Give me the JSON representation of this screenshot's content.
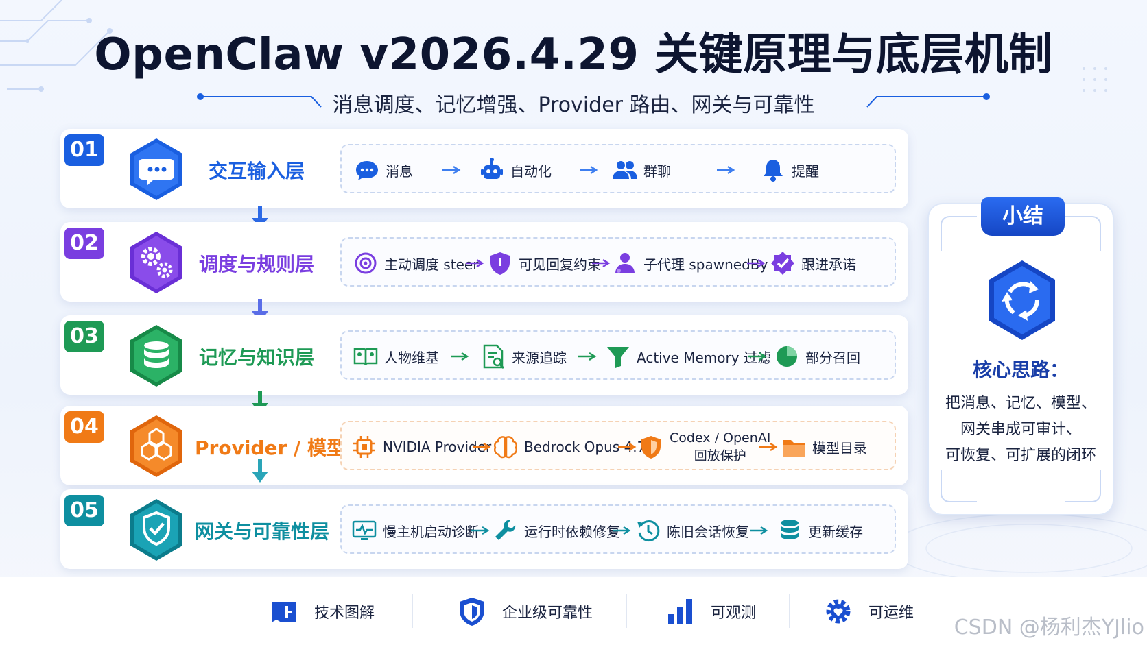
{
  "title": "OpenClaw v2026.4.29 关键原理与底层机制",
  "subtitle": "消息调度、记忆增强、Provider 路由、网关与可靠性",
  "colors": {
    "blue": "#1a5fe0",
    "purple": "#7a3ee0",
    "green": "#1e9a55",
    "orange": "#f07a16",
    "teal": "#0e8fa0"
  },
  "layers": [
    {
      "num": "01",
      "title": "交互输入层",
      "color": "#1a5fe0",
      "items": [
        {
          "label": "消息",
          "icon": "chat-bubble-icon"
        },
        {
          "label": "自动化",
          "icon": "robot-icon"
        },
        {
          "label": "群聊",
          "icon": "group-icon"
        },
        {
          "label": "提醒",
          "icon": "bell-icon"
        }
      ]
    },
    {
      "num": "02",
      "title": "调度与规则层",
      "color": "#7a3ee0",
      "items": [
        {
          "label": "主动调度 steer",
          "icon": "target-icon"
        },
        {
          "label": "可见回复约束",
          "icon": "shield-icon"
        },
        {
          "label": "子代理 spawnedBy",
          "icon": "agent-icon"
        },
        {
          "label": "跟进承诺",
          "icon": "badge-check-icon"
        }
      ]
    },
    {
      "num": "03",
      "title": "记忆与知识层",
      "color": "#1e9a55",
      "items": [
        {
          "label": "人物维基",
          "icon": "book-icon"
        },
        {
          "label": "来源追踪",
          "icon": "doc-search-icon"
        },
        {
          "label": "Active Memory 过滤",
          "icon": "filter-icon"
        },
        {
          "label": "部分召回",
          "icon": "pie-icon"
        }
      ]
    },
    {
      "num": "04",
      "title": "Provider / 模型层",
      "color": "#f07a16",
      "items": [
        {
          "label": "NVIDIA Provider",
          "icon": "chip-icon"
        },
        {
          "label": "Bedrock Opus 4.7",
          "icon": "brain-icon"
        },
        {
          "label": "Codex / OpenAI",
          "label2": "回放保护",
          "icon": "shield-orange-icon"
        },
        {
          "label": "模型目录",
          "icon": "folder-icon"
        }
      ]
    },
    {
      "num": "05",
      "title": "网关与可靠性层",
      "color": "#0e8fa0",
      "items": [
        {
          "label": "慢主机启动诊断",
          "icon": "monitor-icon"
        },
        {
          "label": "运行时依赖修复",
          "icon": "wrench-icon"
        },
        {
          "label": "陈旧会话恢复",
          "icon": "restore-icon"
        },
        {
          "label": "更新缓存",
          "icon": "database-icon"
        }
      ]
    }
  ],
  "summary": {
    "tab": "小结",
    "heading": "核心思路：",
    "lines": [
      "把消息、记忆、模型、",
      "网关串成可审计、",
      "可恢复、可扩展的闭环"
    ]
  },
  "footer": [
    {
      "label": "技术图解",
      "icon": "diagram-icon"
    },
    {
      "label": "企业级可靠性",
      "icon": "shield-check-icon"
    },
    {
      "label": "可观测",
      "icon": "bar-chart-icon"
    },
    {
      "label": "可运维",
      "icon": "gear-heart-icon"
    }
  ],
  "watermark": "CSDN @杨利杰YJlio"
}
